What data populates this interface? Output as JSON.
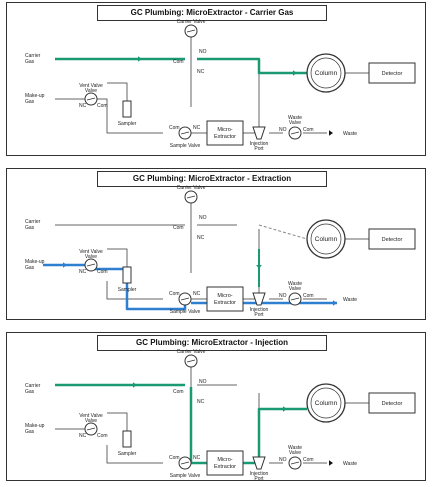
{
  "colors": {
    "green": "#1a9a72",
    "blue": "#2f7fd1",
    "gray": "#666666",
    "dashed": "#888888"
  },
  "labels": {
    "carrier_gas": [
      "Carrier",
      "Gas"
    ],
    "makeup_gas": [
      "Make-up",
      "Gas"
    ],
    "carrier_valve": "Carrier Valve",
    "vent_valve": [
      "Vent Valve",
      "Valve"
    ],
    "sampler": "Sampler",
    "sample_valve": "Sample Valve",
    "micro_extractor": [
      "Micro-",
      "Extractor"
    ],
    "injection_port": [
      "Injection",
      "Port"
    ],
    "waste_valve": [
      "Waste",
      "Valve"
    ],
    "waste": "Waste",
    "column": "Column",
    "detector": "Detector",
    "port_no": "NO",
    "port_nc": "NC",
    "port_com": "Com"
  },
  "panels": [
    {
      "title": "GC Plumbing: MicroExtractor - Carrier Gas",
      "mode": "carrier"
    },
    {
      "title": "GC Plumbing: MicroExtractor - Extraction",
      "mode": "extraction"
    },
    {
      "title": "GC Plumbing: MicroExtractor - Injection",
      "mode": "injection"
    }
  ]
}
